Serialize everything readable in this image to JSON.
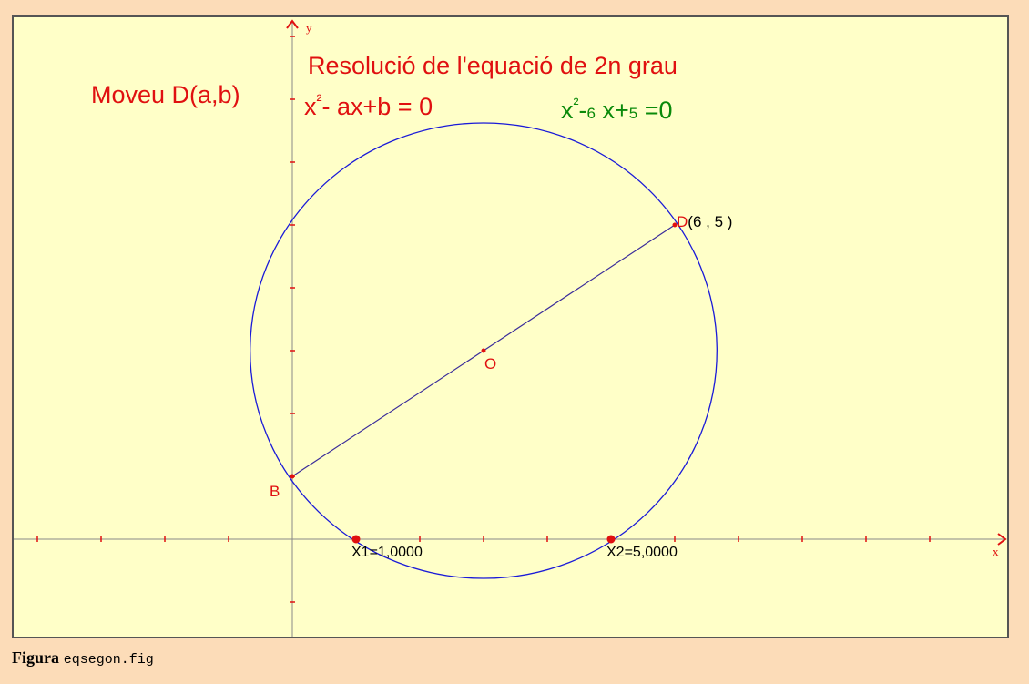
{
  "title": "Resolució de l'equació de 2n grau",
  "instruction": "Moveu D(a,b)",
  "general_equation": {
    "base": "x",
    "exponent": "²",
    "rest": "- ax+b = 0"
  },
  "specific_equation": {
    "base": "x",
    "exponent": "²",
    "minus": "-",
    "a_value": "6",
    "x_term": " x+",
    "b_value": "5",
    "tail": " =0"
  },
  "axes": {
    "x_label": "x",
    "y_label": "y"
  },
  "geometry": {
    "a": 6,
    "b": 5,
    "roots": [
      1,
      5
    ],
    "center": [
      3,
      3
    ],
    "B": [
      0,
      1
    ],
    "D": [
      6,
      5
    ]
  },
  "points": {
    "D": {
      "name": "D",
      "coords": "(6 , 5 )"
    },
    "O": {
      "name": "O"
    },
    "B": {
      "name": "B"
    },
    "X1": {
      "label": "X1=1,0000"
    },
    "X2": {
      "label": "X2=5,0000"
    }
  },
  "colors": {
    "circle": "#1a1ad8",
    "diameter": "#3a2c9a",
    "points": "#e01010",
    "axes": "#888888",
    "ticks": "#e01010"
  },
  "caption": {
    "bold": "Figura",
    "file": "eqsegon.fig"
  }
}
